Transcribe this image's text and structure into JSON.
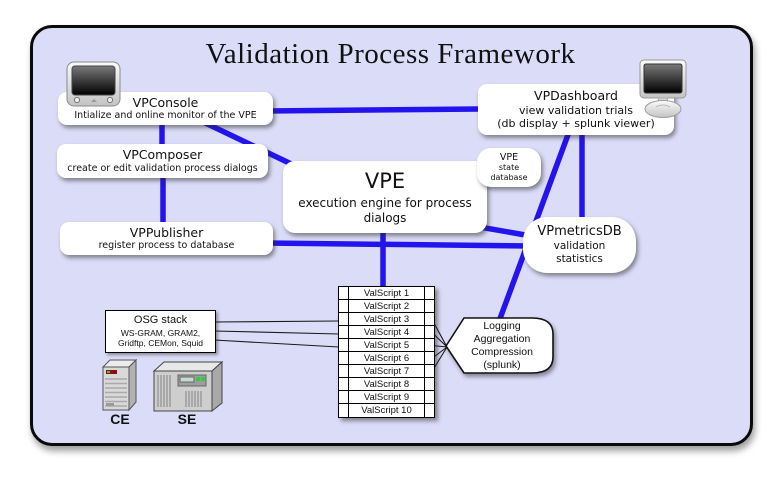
{
  "title": "Validation Process Framework",
  "colors": {
    "panel_bg": "#dbdcf8",
    "line_blue": "#2314ee",
    "box_bg": "#ffffff",
    "thin_line": "#1a1a1a"
  },
  "nodes": {
    "vpconsole": {
      "lines": [
        "VPConsole",
        "Intialize and online monitor of the VPE"
      ]
    },
    "vpcomposer": {
      "lines": [
        "VPComposer",
        "create or edit validation process dialogs"
      ]
    },
    "vppublisher": {
      "lines": [
        "VPPublisher",
        "register process to database"
      ]
    },
    "vpe": {
      "lines": [
        "VPE",
        "execution engine for process",
        "dialogs"
      ]
    },
    "vpe_state": {
      "lines": [
        "VPE",
        "state",
        "database"
      ]
    },
    "vpdashboard": {
      "lines": [
        "VPDashboard",
        "view validation trials",
        "(db display + splunk viewer)"
      ]
    },
    "vpmetricsdb": {
      "lines": [
        "VPmetricsDB",
        "validation",
        "statistics"
      ]
    },
    "osg_stack": {
      "lines": [
        "OSG stack",
        "WS-GRAM, GRAM2,",
        "Gridftp, CEMon, Squid"
      ]
    },
    "logging": {
      "lines": [
        "Logging",
        "Aggregation",
        "Compression",
        "(splunk)"
      ]
    },
    "ce": {
      "label": "CE"
    },
    "se": {
      "label": "SE"
    }
  },
  "valscripts": [
    "ValScript 1",
    "ValScript 2",
    "ValScript 3",
    "ValScript 4",
    "ValScript 5",
    "ValScript 6",
    "ValScript 7",
    "ValScript 8",
    "ValScript 9",
    "ValScript 10"
  ],
  "icons": {
    "vpconsole_monitor": "crt-monitor-icon",
    "vpdashboard_monitor": "imac-monitor-icon",
    "ce": "tower-server-icon",
    "se": "rack-server-icon"
  },
  "edges": [
    {
      "from": "VPConsole",
      "to": "VPDashboard",
      "style": "blue-thick"
    },
    {
      "from": "VPConsole",
      "to": "VPComposer",
      "style": "blue-thick"
    },
    {
      "from": "VPComposer",
      "to": "VPPublisher",
      "style": "blue-thick"
    },
    {
      "from": "VPConsole",
      "to": "VPE",
      "style": "blue-thick"
    },
    {
      "from": "VPE",
      "to": "ValScripts",
      "style": "blue-thick"
    },
    {
      "from": "VPPublisher",
      "to": "VPmetricsDB",
      "style": "blue-thick"
    },
    {
      "from": "VPE",
      "to": "VPmetricsDB",
      "style": "blue-thick"
    },
    {
      "from": "VPDashboard",
      "to": "VPmetricsDB",
      "style": "blue-thick"
    },
    {
      "from": "VPDashboard",
      "to": "Logging Aggregation Compression (splunk)",
      "style": "blue-thick"
    },
    {
      "from": "OSG stack",
      "to": "ValScripts",
      "style": "thin-black",
      "count": 3
    },
    {
      "from": "ValScripts",
      "to": "Logging Aggregation Compression (splunk)",
      "style": "thin-black",
      "count": 5
    }
  ]
}
